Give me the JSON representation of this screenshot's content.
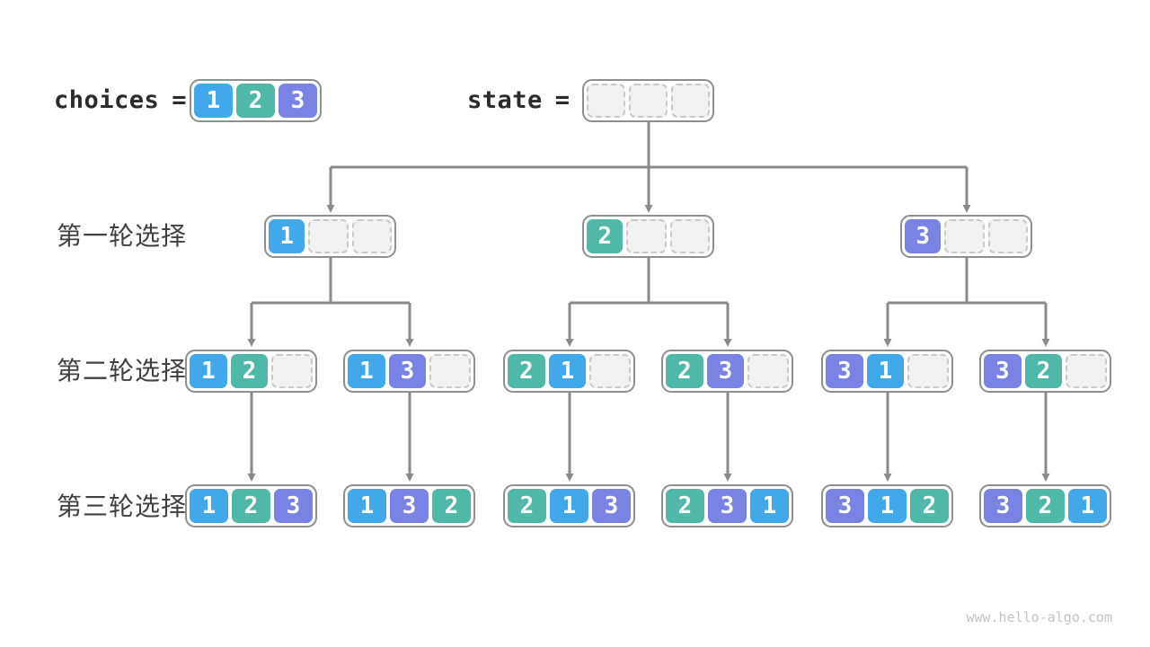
{
  "palette": {
    "1": "#41A9E9",
    "2": "#4FB8A6",
    "3": "#7A82E3"
  },
  "colors": {
    "arrow": "#8a8a8a",
    "node_border": "#8f8f8f",
    "empty_cell_bg": "#f1f1f1",
    "empty_cell_border": "#c9c9c9"
  },
  "header": {
    "choices_label": "choices",
    "choices_equals": "=",
    "choices_cells": [
      "1",
      "2",
      "3"
    ],
    "state_label": "state",
    "state_equals": "=",
    "state_cells": [
      "",
      "",
      ""
    ]
  },
  "rows": [
    {
      "label": "第一轮选择",
      "nodes": [
        [
          "1",
          "",
          ""
        ],
        [
          "2",
          "",
          ""
        ],
        [
          "3",
          "",
          ""
        ]
      ]
    },
    {
      "label": "第二轮选择",
      "nodes": [
        [
          "1",
          "2",
          ""
        ],
        [
          "1",
          "3",
          ""
        ],
        [
          "2",
          "1",
          ""
        ],
        [
          "2",
          "3",
          ""
        ],
        [
          "3",
          "1",
          ""
        ],
        [
          "3",
          "2",
          ""
        ]
      ]
    },
    {
      "label": "第三轮选择",
      "nodes": [
        [
          "1",
          "2",
          "3"
        ],
        [
          "1",
          "3",
          "2"
        ],
        [
          "2",
          "1",
          "3"
        ],
        [
          "2",
          "3",
          "1"
        ],
        [
          "3",
          "1",
          "2"
        ],
        [
          "3",
          "2",
          "1"
        ]
      ]
    }
  ],
  "watermark": "www.hello-algo.com"
}
